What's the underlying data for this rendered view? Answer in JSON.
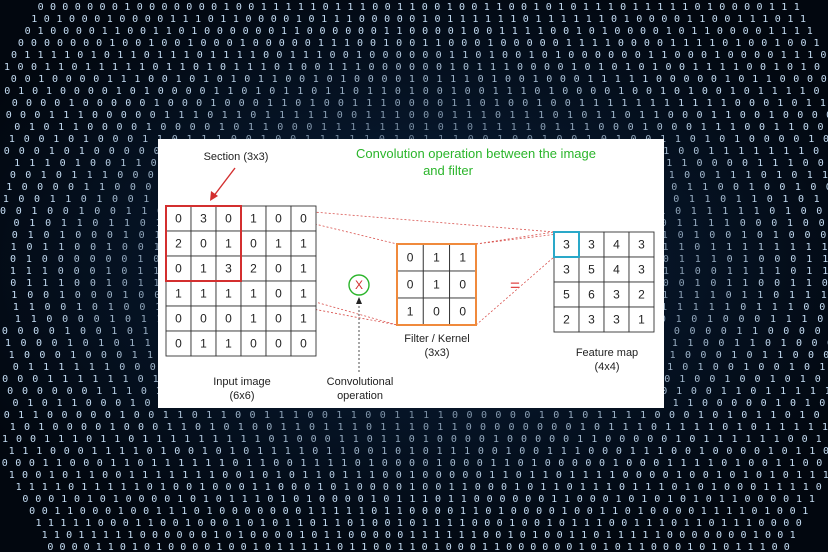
{
  "title": {
    "line1": "Convolution operation between the image",
    "line2": "and filter"
  },
  "section_label": "Section (3x3)",
  "input": {
    "label_line1": "Input image",
    "label_line2": "(6x6)",
    "grid": [
      [
        "0",
        "3",
        "0",
        "1",
        "0",
        "0"
      ],
      [
        "2",
        "0",
        "1",
        "0",
        "1",
        "1"
      ],
      [
        "0",
        "1",
        "3",
        "2",
        "0",
        "1"
      ],
      [
        "1",
        "1",
        "1",
        "1",
        "0",
        "1"
      ],
      [
        "0",
        "0",
        "0",
        "1",
        "0",
        "1"
      ],
      [
        "0",
        "1",
        "1",
        "0",
        "0",
        "0"
      ]
    ]
  },
  "operator": {
    "symbol": "X",
    "label_line1": "Convolutional",
    "label_line2": "operation"
  },
  "filter": {
    "label_line1": "Filter / Kernel",
    "label_line2": "(3x3)",
    "grid": [
      [
        "0",
        "1",
        "1"
      ],
      [
        "0",
        "1",
        "0"
      ],
      [
        "1",
        "0",
        "0"
      ]
    ]
  },
  "equals": "=",
  "feature_map": {
    "label_line1": "Feature map",
    "label_line2": "(4x4)",
    "grid": [
      [
        "3",
        "3",
        "4",
        "3"
      ],
      [
        "3",
        "5",
        "4",
        "3"
      ],
      [
        "5",
        "6",
        "3",
        "2"
      ],
      [
        "2",
        "3",
        "3",
        "1"
      ]
    ]
  },
  "colors": {
    "section_red": "#d32f2f",
    "filter_orange": "#f08a3c",
    "output_blue": "#2aa8c8",
    "title_green": "#2bb52b",
    "operator_green": "#2bb52b",
    "operator_red": "#d32f2f",
    "equals_red": "#e04848"
  }
}
